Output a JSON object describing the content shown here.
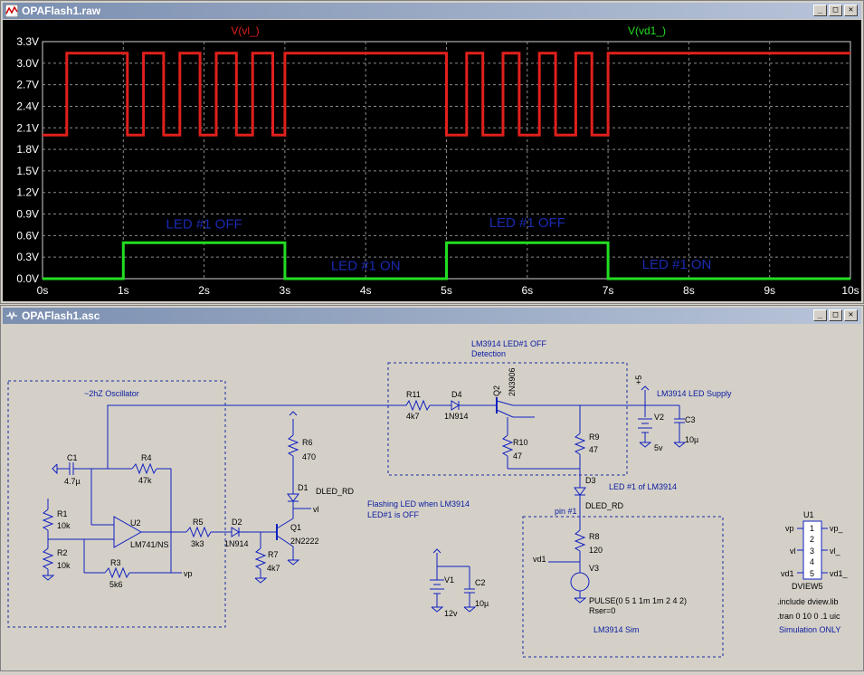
{
  "plot_window": {
    "title": "OPAFlash1.raw",
    "icon": "waveform-icon",
    "buttons": [
      "_",
      "□",
      "✕"
    ]
  },
  "schematic_window": {
    "title": "OPAFlash1.asc",
    "icon": "schematic-icon",
    "buttons": [
      "_",
      "□",
      "✕"
    ]
  },
  "colors": {
    "trace_vl": "#e0201c",
    "trace_vd1": "#22dd22",
    "axis_text": "#ffffff",
    "schematic_wire": "#1020c0",
    "schematic_text": "#0a1aa0",
    "dashed_box": "#1a2aa0"
  },
  "chart_data": {
    "type": "line",
    "series": [
      {
        "name": "V(vl_)",
        "color": "#e0201c",
        "x": [
          0,
          0.3,
          0.3,
          1.05,
          1.05,
          1.25,
          1.25,
          1.5,
          1.5,
          1.7,
          1.7,
          1.95,
          1.95,
          2.15,
          2.15,
          2.4,
          2.4,
          2.6,
          2.6,
          2.85,
          2.85,
          3.0,
          3.0,
          5.0,
          5.0,
          5.25,
          5.25,
          5.45,
          5.45,
          5.7,
          5.7,
          5.9,
          5.9,
          6.15,
          6.15,
          6.35,
          6.35,
          6.6,
          6.6,
          6.8,
          6.8,
          7.0,
          7.0,
          10
        ],
        "y": [
          2.0,
          2.0,
          3.14,
          3.14,
          2.0,
          2.0,
          3.14,
          3.14,
          2.0,
          2.0,
          3.14,
          3.14,
          2.0,
          2.0,
          3.14,
          3.14,
          2.0,
          2.0,
          3.14,
          3.14,
          2.0,
          2.0,
          3.14,
          3.14,
          2.0,
          2.0,
          3.14,
          3.14,
          2.0,
          2.0,
          3.14,
          3.14,
          2.0,
          2.0,
          3.14,
          3.14,
          2.0,
          2.0,
          3.14,
          3.14,
          2.0,
          2.0,
          3.14,
          3.14
        ]
      },
      {
        "name": "V(vd1_)",
        "color": "#22dd22",
        "x": [
          0,
          1,
          1,
          3,
          3,
          5,
          5,
          7,
          7,
          10
        ],
        "y": [
          0,
          0,
          0.5,
          0.5,
          0,
          0,
          0.5,
          0.5,
          0,
          0
        ]
      }
    ],
    "xticks": [
      "0s",
      "1s",
      "2s",
      "3s",
      "4s",
      "5s",
      "6s",
      "7s",
      "8s",
      "9s",
      "10s"
    ],
    "yticks": [
      "0.0V",
      "0.3V",
      "0.6V",
      "0.9V",
      "1.2V",
      "1.5V",
      "1.8V",
      "2.1V",
      "2.4V",
      "2.7V",
      "3.0V",
      "3.3V"
    ],
    "xlim": [
      0,
      10
    ],
    "ylim": [
      0,
      3.3
    ],
    "grid": true,
    "annotations": [
      "LED #1 OFF",
      "LED #1 ON",
      "LED #1 OFF",
      "LED #1 ON"
    ]
  },
  "schematic": {
    "labels": {
      "oscillator": "~2hZ Oscillator",
      "detection1": "LM3914 LED#1 OFF",
      "detection2": "Detection",
      "led_supply": "LM3914 LED Supply",
      "flashing1": "Flashing LED when LM3914",
      "flashing2": "LED#1 is OFF",
      "led1_of": "LED #1 of LM3914",
      "pin1": "pin #1",
      "lm3914_sim": "LM3914 Sim",
      "include": ".include dview.lib",
      "tran": ".tran 0 10 0 .1 uic",
      "sim_only": "Simulation ONLY"
    },
    "components": {
      "c1": "C1",
      "c1v": "4.7µ",
      "r4": "R4",
      "r4v": "47k",
      "r1": "R1",
      "r1v": "10k",
      "r2": "R2",
      "r2v": "10k",
      "u2": "U2",
      "u2v": "LM741/NS",
      "r3": "R3",
      "r3v": "5k6",
      "r5": "R5",
      "r5v": "3k3",
      "d2": "D2",
      "d2v": "1N914",
      "r7": "R7",
      "r7v": "4k7",
      "q1": "Q1",
      "q1v": "2N2222",
      "r6": "R6",
      "r6v": "470",
      "d1": "D1",
      "d1v": "DLED_RD",
      "r11": "R11",
      "r11v": "4k7",
      "d4": "D4",
      "d4v": "1N914",
      "q2": "Q2",
      "q2v": "2N3906",
      "r10": "R10",
      "r10v": "47",
      "r9": "R9",
      "r9v": "47",
      "v2": "V2",
      "v2v": "5v",
      "c3": "C3",
      "c3v": "10µ",
      "d3": "D3",
      "d3v": "DLED_RD",
      "r8": "R8",
      "r8v": "120",
      "v3": "V3",
      "v3v1": "PULSE(0 5 1 1m 1m 2 4 2)",
      "v3v2": "Rser=0",
      "v1": "V1",
      "v1v": "12v",
      "c2": "C2",
      "c2v": "10µ",
      "u1": "U1",
      "u1v": "DVIEW5"
    },
    "nets": {
      "vp": "vp",
      "vl": "vl",
      "vd1": "vd1",
      "v5": "+5",
      "vp_": "vp_",
      "vl_": "vl_",
      "vd1_": "vd1_",
      "pin_nums": [
        "1",
        "2",
        "3",
        "4",
        "5"
      ]
    }
  }
}
